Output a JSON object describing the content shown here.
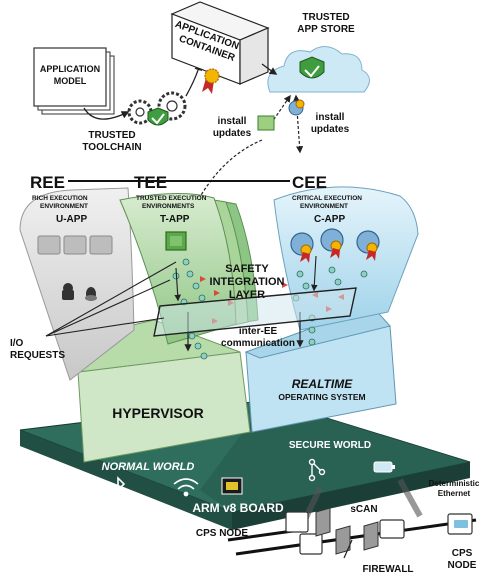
{
  "top": {
    "application_model": [
      "APPLICATION",
      "MODEL"
    ],
    "application_container": [
      "APPLICATION",
      "CONTAINER"
    ],
    "trusted_app_store": [
      "TRUSTED",
      "APP STORE"
    ],
    "trusted_toolchain": [
      "TRUSTED",
      "TOOLCHAIN"
    ],
    "install_updates_left": [
      "install",
      "updates"
    ],
    "install_updates_right": [
      "install",
      "updates"
    ]
  },
  "environments": {
    "ree": {
      "abbr": "REE",
      "full": [
        "RICH EXECUTION",
        "ENVIRONMENT"
      ],
      "app": "U-APP"
    },
    "tee": {
      "abbr": "TEE",
      "full": [
        "TRUSTED EXECUTION",
        "ENVIRONMENTS"
      ],
      "app": "T-APP"
    },
    "cee": {
      "abbr": "CEE",
      "full": [
        "CRITICAL EXECUTION",
        "ENVIRONMENT"
      ],
      "app": "C-APP"
    }
  },
  "middle": {
    "safety_layer": [
      "SAFETY",
      "INTEGRATION",
      "LAYER"
    ],
    "inter_ee": [
      "inter-EE",
      "communication"
    ],
    "io_requests": [
      "I/O",
      "REQUESTS"
    ]
  },
  "base": {
    "hypervisor": "HYPERVISOR",
    "rtos": [
      "REALTIME",
      "OPERATING SYSTEM"
    ],
    "normal_world": "NORMAL WORLD",
    "secure_world": "SECURE WORLD",
    "board": "ARM v8 BOARD"
  },
  "network": {
    "cps_node_left": "CPS NODE",
    "scan": "sCAN",
    "ethernet": [
      "Deterministic",
      "Ethernet"
    ],
    "cps_node_right": [
      "CPS",
      "NODE"
    ],
    "firewall": "FIREWALL"
  },
  "colors": {
    "tee_green": "#a9d59b",
    "cee_blue": "#bfe3f3",
    "board_green": "#2f6e5c",
    "board_dark": "#1e4a40",
    "ree_grey": "#d9d9d9"
  }
}
